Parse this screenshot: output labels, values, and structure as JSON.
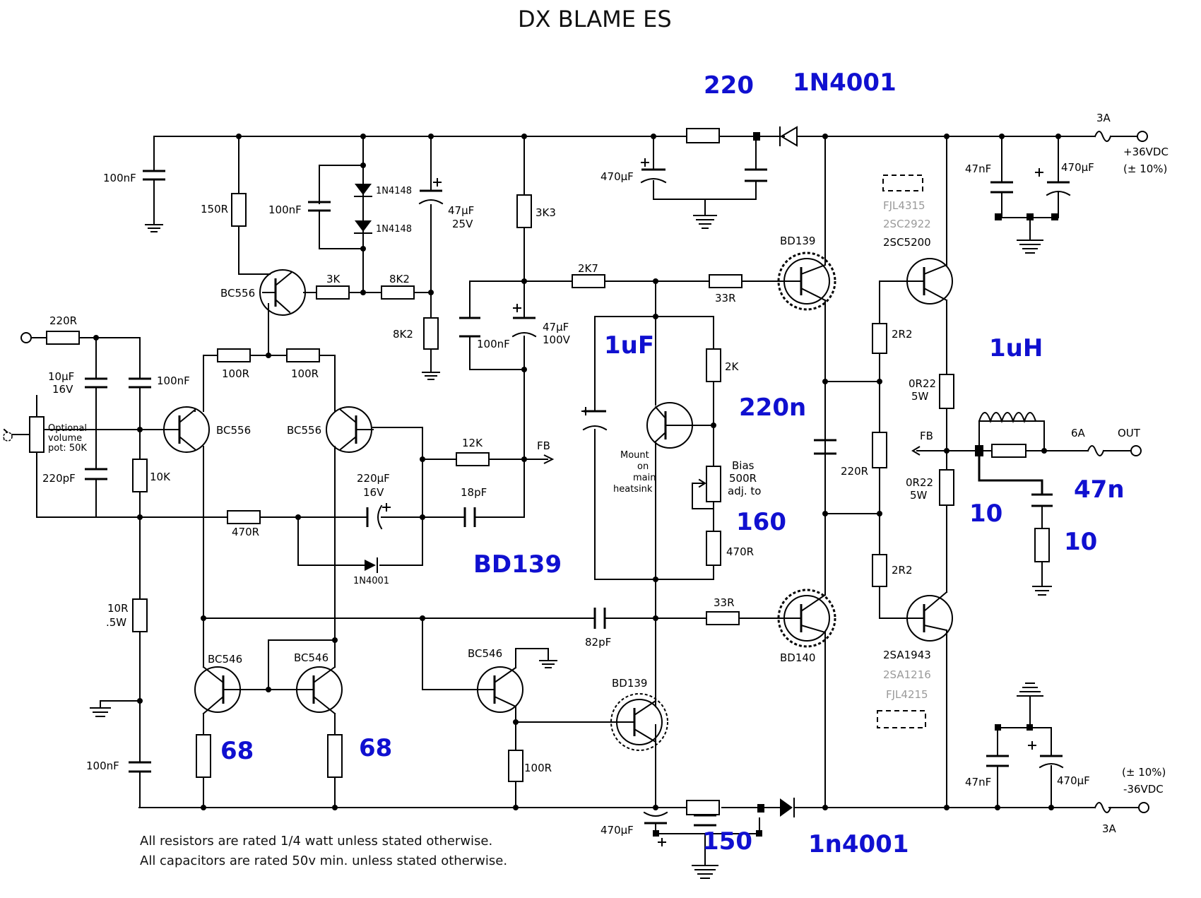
{
  "title": "DX BLAME ES",
  "notes": [
    "All resistors are rated 1/4 watt unless stated otherwise.",
    "All capacitors are rated 50v min. unless stated otherwise."
  ],
  "labels": {
    "c_in_100nf": "100nF",
    "r_150r": "150R",
    "c_100nf_d": "100nF",
    "d_1n4148_a": "1N4148",
    "d_1n4148_b": "1N4148",
    "c_47uf_a": "47µF",
    "c_47uf_a_v": "25V",
    "r_3k3": "3K3",
    "c_470uf_top": "470µF",
    "r_3k": "3K",
    "r_8k2_a": "8K2",
    "r_8k2_b": "8K2",
    "r_2k7": "2K7",
    "c_100nf_fb": "100nF",
    "c_47uf_b": "47µF",
    "c_47uf_b_v": "100V",
    "r_33r_top": "33R",
    "r_220r_in": "220R",
    "c_10uf": "10µF",
    "c_10uf_v": "16V",
    "c_100nf_in2": "100nF",
    "pot_1": "Optional",
    "pot_2": "volume",
    "pot_3": "pot: 50K",
    "c_220pf": "220pF",
    "r_10k": "10K",
    "q_bc556_a": "BC556",
    "q_bc556_b": "BC556",
    "q_bc556_c": "BC556",
    "r_100r_a": "100R",
    "r_100r_b": "100R",
    "r_12k": "12K",
    "fb_1": "FB",
    "c_220uf": "220µF",
    "c_220uf_v": "16V",
    "c_18pf": "18pF",
    "r_470r": "470R",
    "d_1n4001_fb": "1N4001",
    "r_2k": "2K",
    "mount_1": "Mount",
    "mount_2": "on",
    "mount_3": "main",
    "mount_4": "heatsink",
    "bias_1": "Bias",
    "bias_2": "500R",
    "bias_3": "adj. to",
    "r_470r_b": "470R",
    "r_10r": "10R",
    "r_10r_w": ".5W",
    "c_82pf": "82pF",
    "r_33r_bot": "33R",
    "q_bd139_a": "BD139",
    "q_bd140": "BD140",
    "q_bd139_b": "BD139",
    "q_bc546_a": "BC546",
    "q_bc546_b": "BC546",
    "q_bc546_c": "BC546",
    "r_100r_c": "100R",
    "c_100nf_gnd": "100nF",
    "c_470uf_bot": "470µF",
    "q_alt_1": "FJL4315",
    "q_alt_2": "2SC2922",
    "q_npn": "2SC5200",
    "r_2r2_a": "2R2",
    "r_2r2_b": "2R2",
    "r_220r_mid": "220R",
    "r_0r22_a": "0R22",
    "r_0r22_a_w": "5W",
    "r_0r22_b": "0R22",
    "r_0r22_b_w": "5W",
    "fb_2": "FB",
    "q_pnp": "2SA1943",
    "q_alt_3": "2SA1216",
    "q_alt_4": "FJL4215",
    "c_47nf_top": "47nF",
    "c_470uf_rt": "470µF",
    "c_47nf_bot": "47nF",
    "c_470uf_rb": "470µF",
    "fuse_top": "3A",
    "fuse_bot": "3A",
    "fuse_out": "6A",
    "out": "OUT",
    "vpos": "+36VDC",
    "vpos_tol": "(± 10%)",
    "vneg_tol": "(± 10%)",
    "vneg": "-36VDC"
  },
  "annotations": {
    "a_220": "220",
    "a_1n4001_top": "1N4001",
    "a_1uf": "1uF",
    "a_220n": "220n",
    "a_1uh": "1uH",
    "a_160": "160",
    "a_47n": "47n",
    "a_10a": "10",
    "a_10b": "10",
    "a_bd139": "BD139",
    "a_68a": "68",
    "a_68b": "68",
    "a_150": "150",
    "a_1n4001_bot": "1n4001"
  },
  "colors": {
    "annotation": "#1010d0",
    "wire": "#000000",
    "alt_part": "#9a9a9a"
  }
}
